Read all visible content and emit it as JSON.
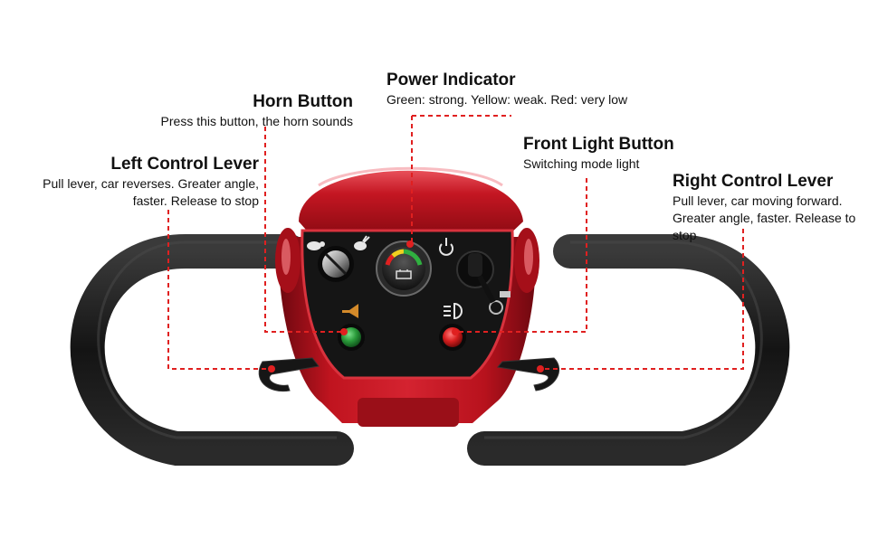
{
  "callouts": {
    "left_lever": {
      "title": "Left Control Lever",
      "desc": "Pull lever, car reverses. Greater angle, faster. Release to stop"
    },
    "horn": {
      "title": "Horn Button",
      "desc": "Press this button, the horn sounds"
    },
    "power": {
      "title": "Power Indicator",
      "desc": "Green: strong. Yellow: weak. Red: very low"
    },
    "front_light": {
      "title": "Front Light Button",
      "desc": "Switching mode light"
    },
    "right_lever": {
      "title": "Right Control Lever",
      "desc": "Pull lever, car moving forward. Greater angle, faster. Release to stop"
    }
  },
  "colors": {
    "leader_line": "#e02020",
    "body_red": "#b3121d",
    "grip": "#1b1b1b",
    "panel": "#151515",
    "horn_button": "#2a9a3a",
    "light_button": "#d81f1f"
  },
  "icons": [
    "turtle-icon",
    "rabbit-icon",
    "speed-knob",
    "battery-gauge-icon",
    "power-icon",
    "key-icon",
    "horn-icon",
    "headlight-icon"
  ]
}
